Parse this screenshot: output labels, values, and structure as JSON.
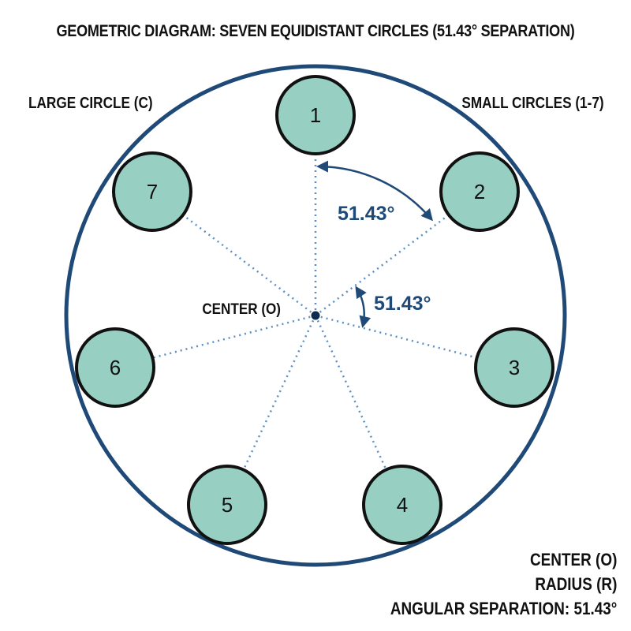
{
  "title": "GEOMETRIC DIAGRAM: SEVEN EQUIDISTANT CIRCLES (51.43° SEPARATION)",
  "labels": {
    "large_circle": "LARGE CIRCLE (C)",
    "small_circles": "SMALL CIRCLES (1-7)",
    "center": "CENTER (O)"
  },
  "angles": {
    "outer": "51.43°",
    "inner": "51.43°"
  },
  "circles": [
    "1",
    "2",
    "3",
    "4",
    "5",
    "6",
    "7"
  ],
  "legend": {
    "center": "CENTER (O)",
    "radius": "RADIUS (R)",
    "separation": "ANGULAR SEPARATION: 51.43°"
  },
  "colors": {
    "big_circle": "#1f4a78",
    "small_fill": "#97cfc3",
    "small_stroke": "#111111",
    "dotted": "#5b8fc4",
    "angle": "#1f4a78"
  }
}
